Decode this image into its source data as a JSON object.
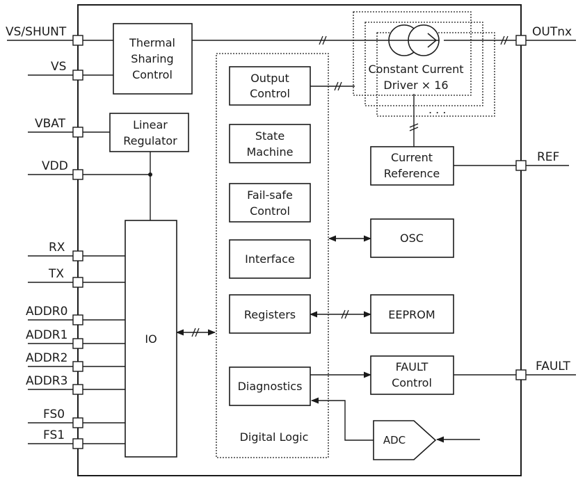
{
  "pins": {
    "vs_shunt": "VS/SHUNT",
    "vs": "VS",
    "vbat": "VBAT",
    "vdd": "VDD",
    "rx": "RX",
    "tx": "TX",
    "addr0": "ADDR0",
    "addr1": "ADDR1",
    "addr2": "ADDR2",
    "addr3": "ADDR3",
    "fs0": "FS0",
    "fs1": "FS1",
    "outnx": "OUTnx",
    "ref": "REF",
    "fault": "FAULT"
  },
  "blocks": {
    "thermal": [
      "Thermal",
      "Sharing",
      "Control"
    ],
    "linear_regulator": [
      "Linear",
      "Regulator"
    ],
    "io": "IO",
    "output_control": [
      "Output",
      "Control"
    ],
    "state_machine": [
      "State",
      "Machine"
    ],
    "failsafe_control": [
      "Fail-safe",
      "Control"
    ],
    "interface": "Interface",
    "registers": "Registers",
    "diagnostics": "Diagnostics",
    "digital_logic": "Digital Logic",
    "constant_current": [
      "Constant Current",
      "Driver × 16"
    ],
    "ellipsis": ". . .",
    "current_reference": [
      "Current",
      "Reference"
    ],
    "osc": "OSC",
    "eeprom": "EEPROM",
    "fault_control": [
      "FAULT",
      "Control"
    ],
    "adc": "ADC"
  }
}
